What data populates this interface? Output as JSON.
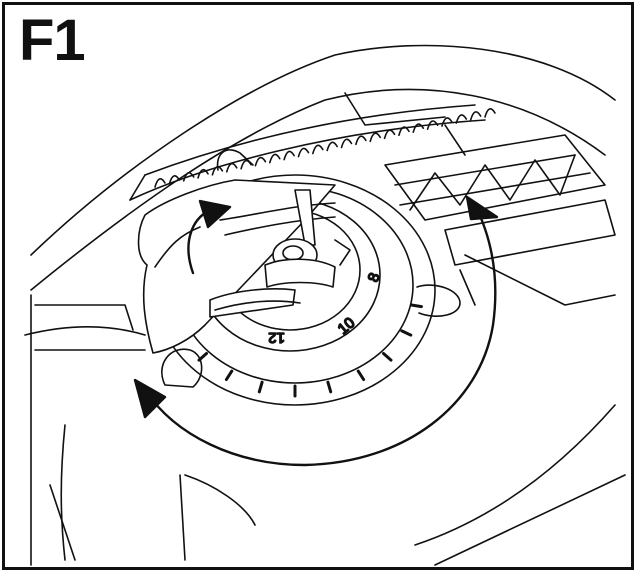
{
  "figure": {
    "label": "F1",
    "dial_numbers": [
      "8",
      "10",
      "12"
    ]
  },
  "colors": {
    "line": "#111111",
    "background": "#ffffff"
  },
  "icons": {
    "rotate_arrow_outer": "curved-double-arrow-icon",
    "rotate_arrow_inner": "curved-arrow-icon"
  }
}
